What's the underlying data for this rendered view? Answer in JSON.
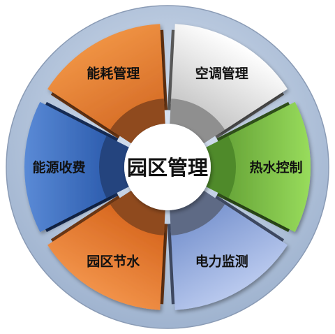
{
  "center": {
    "title": "园区管理"
  },
  "segments": [
    {
      "id": "kongtiao",
      "label": "空调管理",
      "color_light": "#ffffff",
      "color_dark": "#c9c9c9",
      "side_color": "#5a5a5a",
      "inner_color": "#8f8f8f",
      "text_color": "#111111"
    },
    {
      "id": "reshui",
      "label": "热水控制",
      "color_light": "#98dc5c",
      "color_dark": "#6aa83a",
      "side_color": "#2f4f1a",
      "inner_color": "#4f8a2a",
      "text_color": "#111111"
    },
    {
      "id": "dianli",
      "label": "电力监测",
      "color_light": "#b9c9ee",
      "color_dark": "#7f99d2",
      "side_color": "#3f4a63",
      "inner_color": "#5e6a85",
      "text_color": "#111111"
    },
    {
      "id": "jieshui",
      "label": "园区节水",
      "color_light": "#f19249",
      "color_dark": "#d96a22",
      "side_color": "#6a3614",
      "inner_color": "#8f4a1e",
      "text_color": "#111111"
    },
    {
      "id": "shoufei",
      "label": "能源收费",
      "color_light": "#5a8ad6",
      "color_dark": "#2f5fb0",
      "side_color": "#162c56",
      "inner_color": "#24447e",
      "text_color": "#111111"
    },
    {
      "id": "nenghao",
      "label": "能耗管理",
      "color_light": "#ef9243",
      "color_dark": "#d9712a",
      "side_color": "#6a3614",
      "inner_color": "#8f4a1e",
      "text_color": "#111111"
    }
  ],
  "colors": {
    "ring_light": "#dce6f3",
    "ring_dark": "#9fb3cf",
    "hub_fill": "#ffffff",
    "hub_text": "#111111"
  }
}
